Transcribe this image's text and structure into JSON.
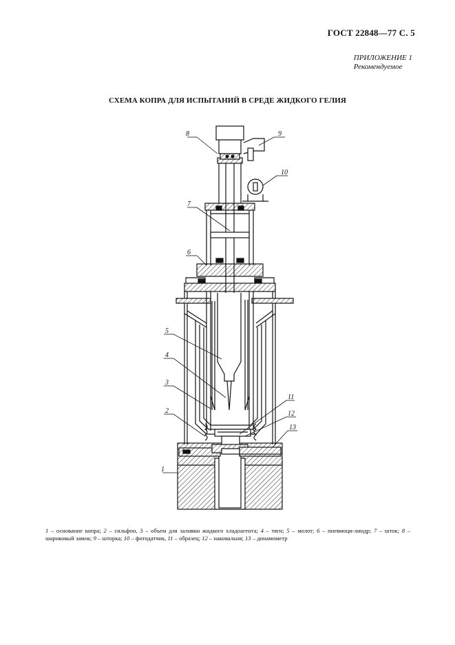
{
  "header": {
    "page_ref": "ГОСТ 22848—77 С. 5",
    "appendix_title": "ПРИЛОЖЕНИЕ 1",
    "appendix_status": "Рекомендуемое"
  },
  "figure": {
    "title": "СХЕМА КОПРА ДЛЯ ИСПЫТАНИЙ В СРЕДЕ ЖИДКОГО ГЕЛИЯ",
    "callouts": [
      "1",
      "2",
      "3",
      "4",
      "5",
      "6",
      "7",
      "8",
      "9",
      "10",
      "11",
      "12",
      "13"
    ]
  },
  "legend": {
    "items": [
      {
        "num": "1",
        "text": " – основание копра; "
      },
      {
        "num": "2",
        "text": " – сильфон, "
      },
      {
        "num": "3",
        "text": " – объем для заливки жидкого хладоагента; "
      },
      {
        "num": "4",
        "text": " – тяги; "
      },
      {
        "num": "5",
        "text": " – молот; "
      },
      {
        "num": "6",
        "text": " – пневмоци-линдр; "
      },
      {
        "num": "7",
        "text": " – шток; "
      },
      {
        "num": "8",
        "text": " – шариковый замок; "
      },
      {
        "num": "9",
        "text": " – шторка; "
      },
      {
        "num": "10",
        "text": " – фотодатчик, "
      },
      {
        "num": "11",
        "text": " – образец; "
      },
      {
        "num": "12",
        "text": " – наковальня; "
      },
      {
        "num": "13",
        "text": " – динамометр"
      }
    ]
  }
}
